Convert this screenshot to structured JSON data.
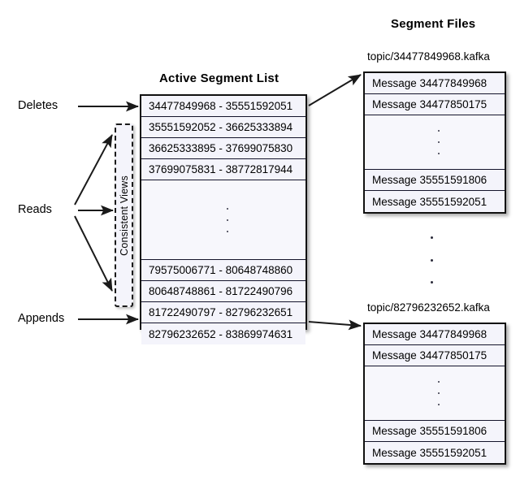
{
  "diagram": {
    "title_active_segment_list": "Active Segment List",
    "title_segment_files": "Segment Files",
    "flows": [
      {
        "name": "deletes",
        "label": "Deletes"
      },
      {
        "name": "reads",
        "label": "Reads"
      },
      {
        "name": "appends",
        "label": "Appends"
      }
    ],
    "consistent_views_label": "Consistent Views",
    "active_segment_list": {
      "rows": [
        {
          "text": "34477849968 - 35551592051",
          "blank": false
        },
        {
          "text": "35551592052 - 36625333894",
          "blank": false
        },
        {
          "text": "36625333895 - 37699075830",
          "blank": false
        },
        {
          "text": "37699075831 - 38772817944",
          "blank": false
        },
        {
          "text": "",
          "blank": true
        },
        {
          "text": "79575006771 - 80648748860",
          "blank": false
        },
        {
          "text": "80648748861 - 81722490796",
          "blank": false
        },
        {
          "text": "81722490797 - 82796232651",
          "blank": false
        },
        {
          "text": "82796232652 - 83869974631",
          "blank": false
        }
      ]
    },
    "segment_files": [
      {
        "name": "segment-file-top",
        "filename": "topic/34477849968.kafka",
        "rows": [
          {
            "text": "Message 34477849968",
            "blank": false
          },
          {
            "text": "Message 34477850175",
            "blank": false
          },
          {
            "text": "",
            "blank": true
          },
          {
            "text": "Message 35551591806",
            "blank": false
          },
          {
            "text": "Message 35551592051",
            "blank": false
          }
        ]
      },
      {
        "name": "segment-file-bottom",
        "filename": "topic/82796232652.kafka",
        "rows": [
          {
            "text": "Message 34477849968",
            "blank": false
          },
          {
            "text": "Message 34477850175",
            "blank": false
          },
          {
            "text": "",
            "blank": true
          },
          {
            "text": "Message 35551591806",
            "blank": false
          },
          {
            "text": "Message 35551592051",
            "blank": false
          }
        ]
      }
    ],
    "colors": {
      "background": "#ffffff",
      "box_fill": "#f4f4fb",
      "box_border": "#111111",
      "arrow": "#1a1a1a",
      "text": "#000000"
    }
  }
}
